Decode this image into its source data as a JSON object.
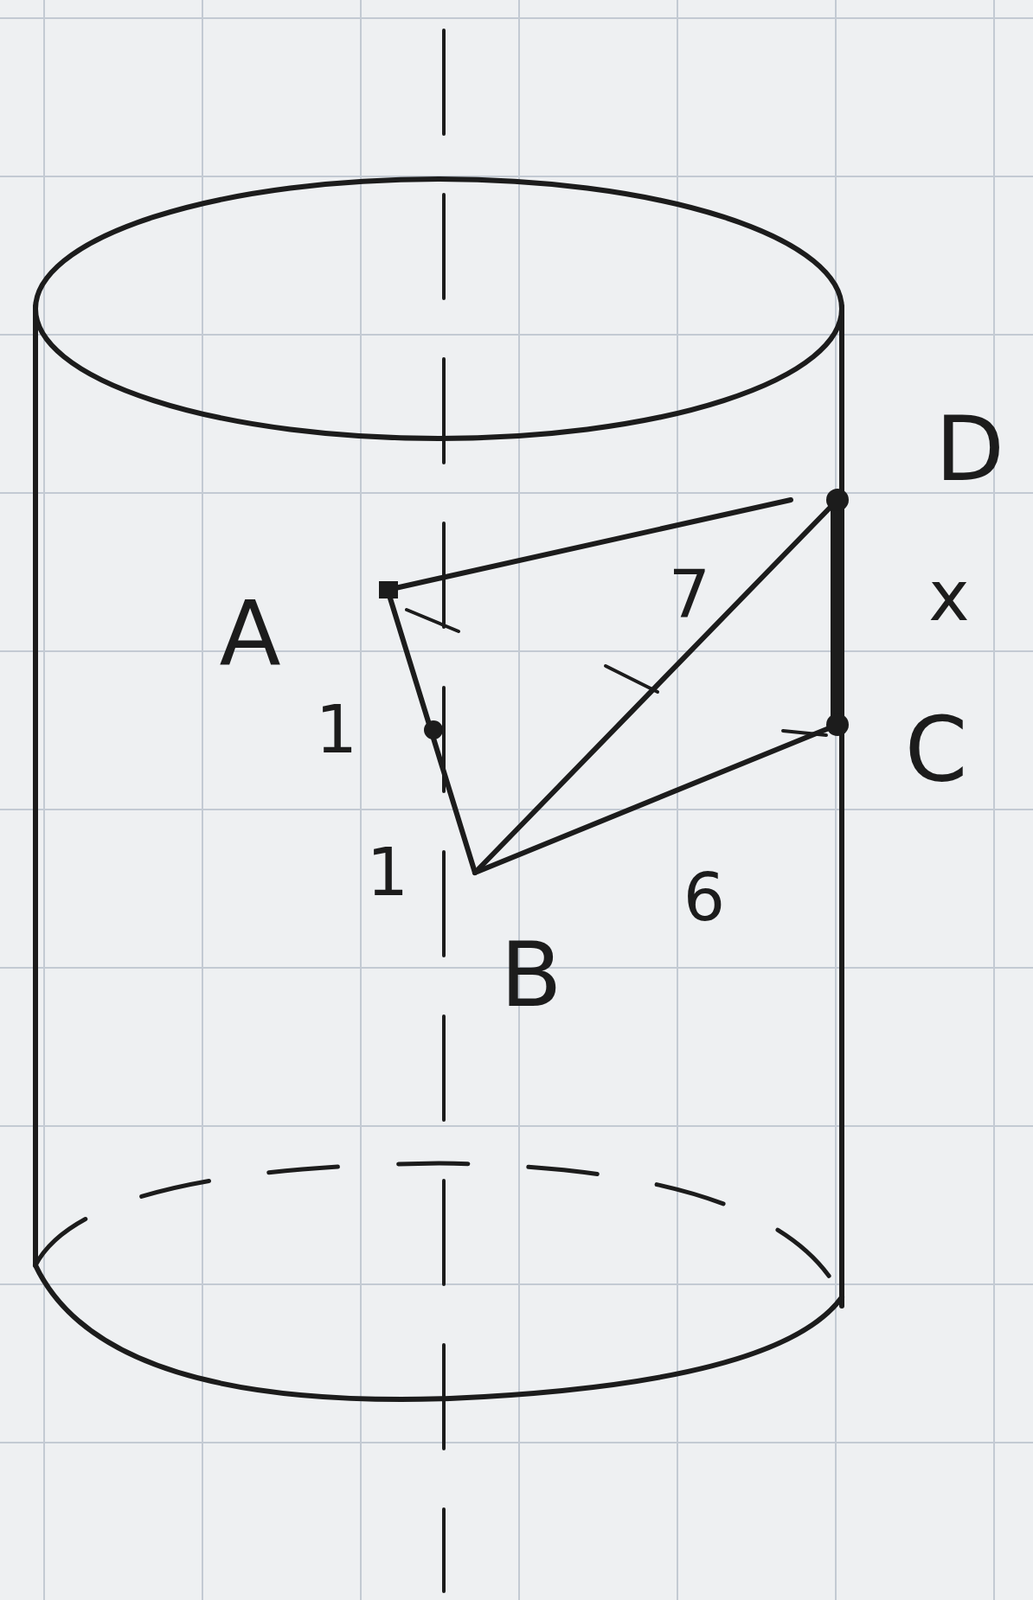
{
  "diagram": {
    "labels": [
      "D",
      "x",
      "A",
      "7",
      "1",
      "C",
      "1",
      "6",
      "B"
    ]
  }
}
